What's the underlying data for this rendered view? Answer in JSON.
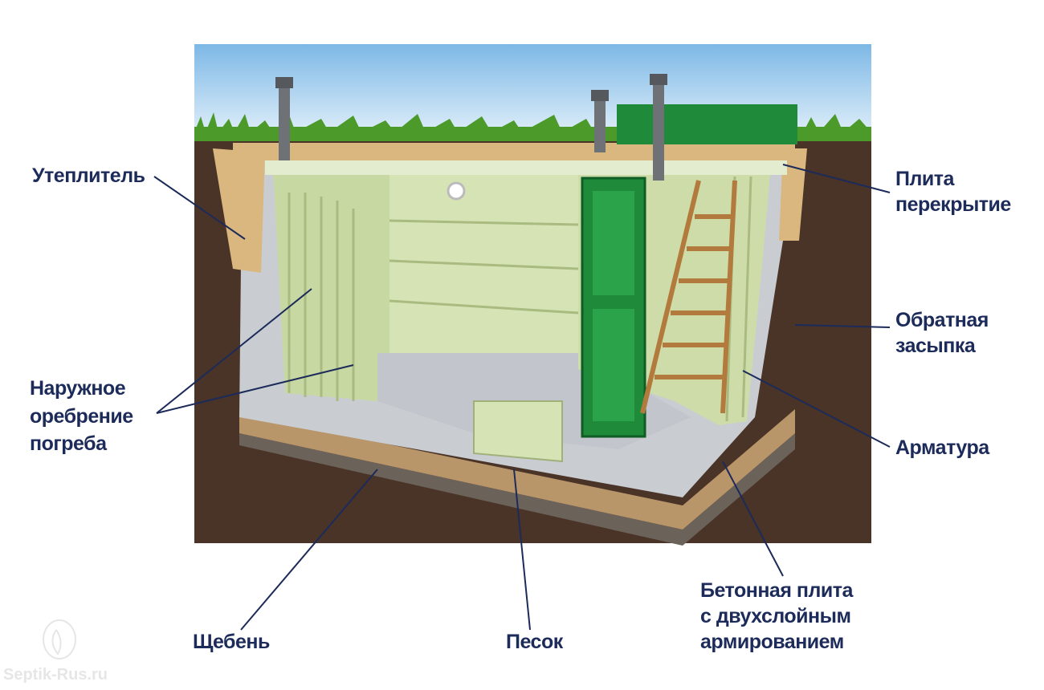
{
  "labels": {
    "insulation": "Утеплитель",
    "slab_cover_1": "Плита",
    "slab_cover_2": "перекрытие",
    "backfill_1": "Обратная",
    "backfill_2": "засыпка",
    "ribs_1": "Наружное",
    "ribs_2": "оребрение",
    "ribs_3": "погреба",
    "rebar": "Арматура",
    "gravel": "Щебень",
    "sand": "Песок",
    "concrete_1": "Бетонная плита",
    "concrete_2": "с двухслойным",
    "concrete_3": "армированием"
  },
  "watermark": "Septik-Rus.ru",
  "colors": {
    "label": "#1c2b5a",
    "soil": "#4a3327",
    "sky": "#8fc4ea",
    "grass": "#4c9a2a",
    "cellar": "#d6e3b4",
    "door": "#1e8a3a",
    "concrete": "#c9cdd2",
    "insulation": "#d9b77e"
  }
}
